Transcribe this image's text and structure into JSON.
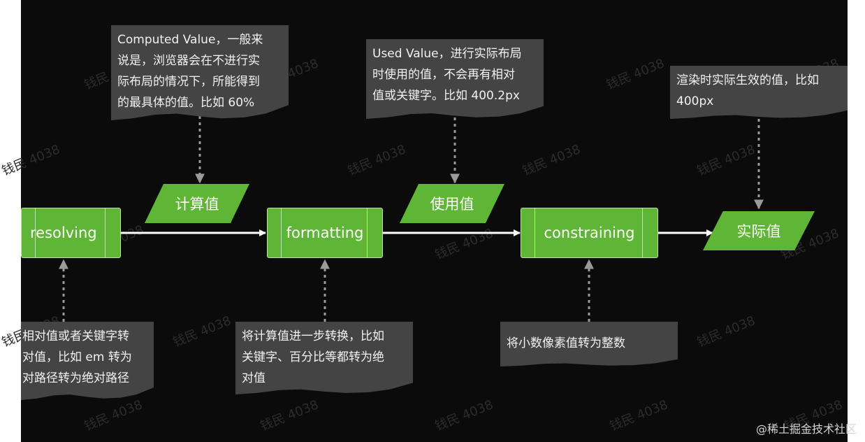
{
  "nodes": {
    "resolving": "resolving",
    "formatting": "formatting",
    "constraining": "constraining",
    "computed": "计算值",
    "used": "使用值",
    "actual": "实际值"
  },
  "notes": {
    "computed_value": "Computed Value，一般来\n说是，浏览器会在不进行实\n际布局的情况下，所能得到\n的最具体的值。比如 60%",
    "used_value": "Used Value，进行实际布局\n时使用的值，不会再有相对\n值或关键字。比如 400.2px",
    "actual_value": "渲染时实际生效的值，比如\n400px",
    "resolving_desc": "相对值或者关键字转\n对值，比如 em 转为\n对路径转为绝对路径",
    "formatting_desc": "将计算值进一步转换，比如\n关键字、百分比等都转为绝\n对值",
    "constraining_desc": "将小数像素值转为整数"
  },
  "watermark": "钱民 4038",
  "corner_mark": "@稀土掘金技术社区",
  "colors": {
    "background": "#0b0b0b",
    "node_green": "#5fb535",
    "note_gray": "#444444",
    "line": "#ffffff",
    "dotted": "#9a9a9a"
  }
}
